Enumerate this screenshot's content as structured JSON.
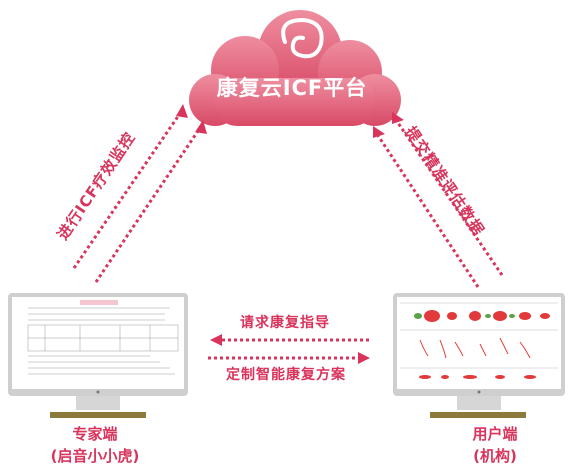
{
  "platform": {
    "title": "康复云ICF平台"
  },
  "arrows": {
    "left_up": "进行ICF疗效监控",
    "right_up": "提交精准评估数据",
    "top_horizontal": "请求康复指导",
    "bottom_horizontal": "定制智能康复方案"
  },
  "expert": {
    "name": "专家端",
    "sub": "(启音小小虎)"
  },
  "user": {
    "name": "用户端",
    "sub": "(机构)"
  },
  "colors": {
    "accent": "#d8345c",
    "cloud": "#e05a74",
    "monitor": "#c8c8c8",
    "stand": "#8c7a3c"
  }
}
